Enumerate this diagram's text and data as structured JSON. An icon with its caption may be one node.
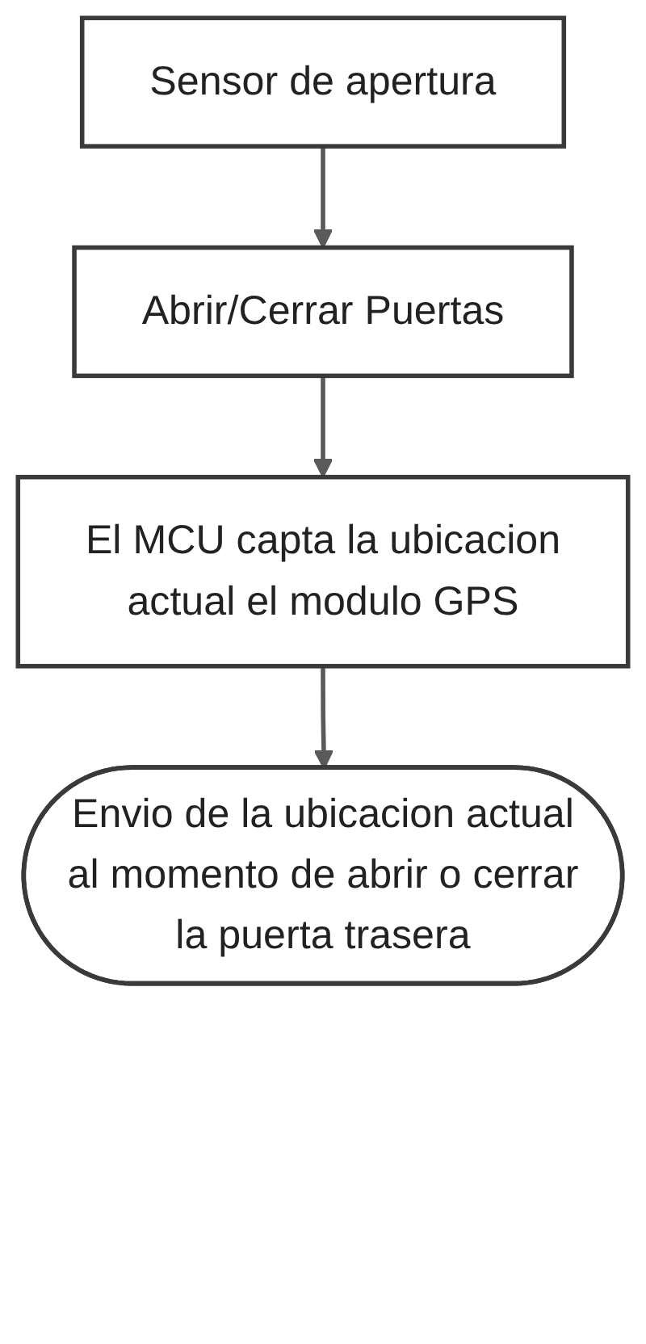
{
  "diagram": {
    "nodes": [
      {
        "text": [
          "Sensor de apertura"
        ]
      },
      {
        "text": [
          "Abrir/Cerrar Puertas"
        ]
      },
      {
        "text": [
          "El MCU capta la ubicacion actual el modulo GPS"
        ]
      },
      {
        "text": [
          "Envio de la ubicacion actual al momento de abrir o cerrar la puerta trasera"
        ]
      }
    ],
    "edges": [
      {
        "from": 0,
        "to": 1,
        "arrow": "to"
      },
      {
        "from": 1,
        "to": 2,
        "arrow": "to"
      },
      {
        "from": 2,
        "to": 3,
        "arrow": "to"
      }
    ]
  }
}
